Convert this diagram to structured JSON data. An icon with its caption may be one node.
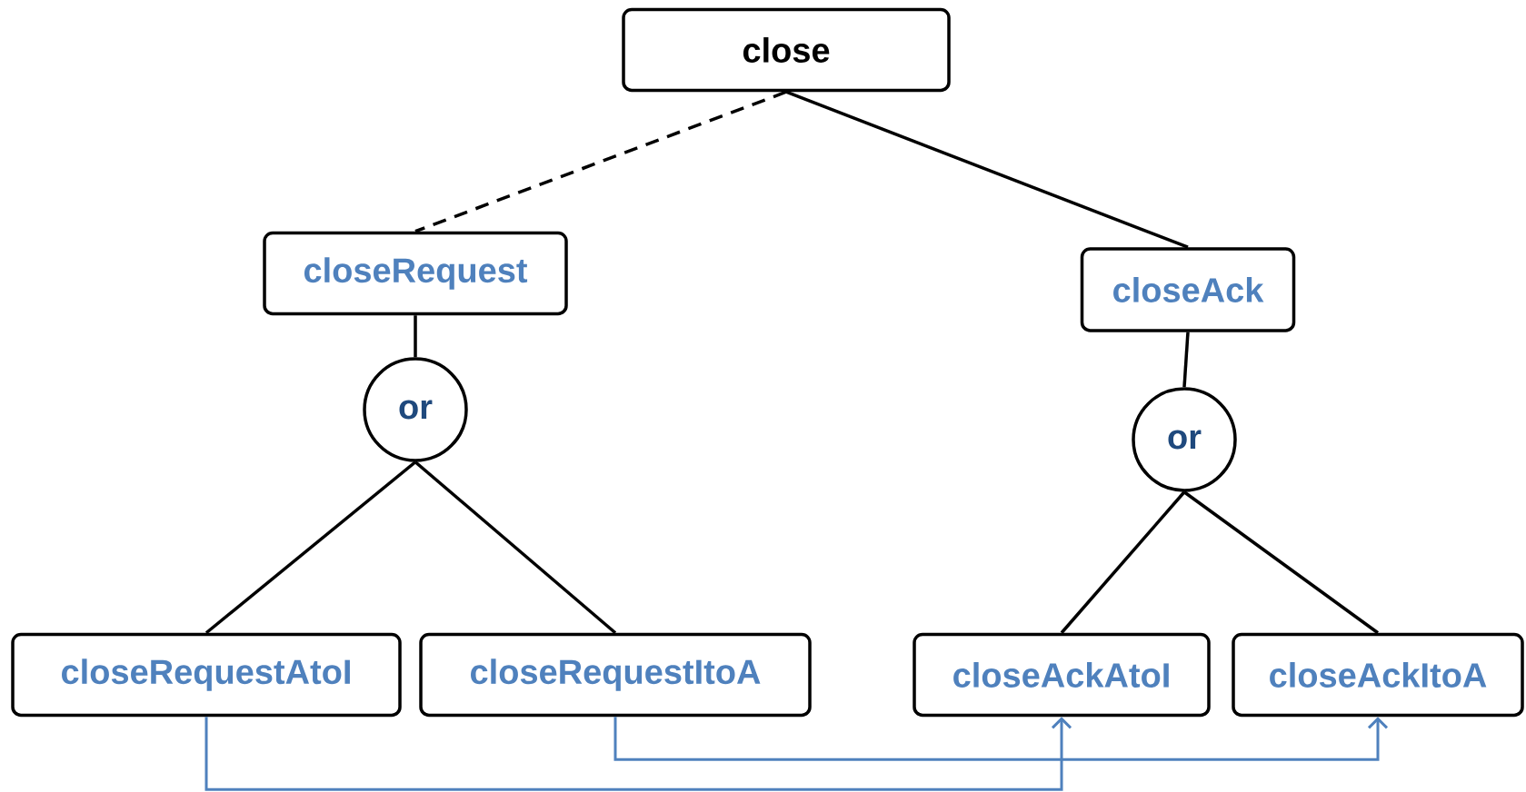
{
  "diagram": {
    "nodes": [
      {
        "text": [
          "close"
        ]
      },
      {
        "text": [
          "closeRequest"
        ]
      },
      {
        "text": [
          "closeAck"
        ]
      },
      {
        "text": [
          "or"
        ]
      },
      {
        "text": [
          "or"
        ]
      },
      {
        "text": [
          "closeRequestAtoI"
        ]
      },
      {
        "text": [
          "closeRequestItoA"
        ]
      },
      {
        "text": [
          "closeAckAtoI"
        ]
      },
      {
        "text": [
          "closeAckItoA"
        ]
      }
    ],
    "edges": [
      {
        "from": 0,
        "to": 1,
        "arrow": "none",
        "style": "dashed"
      },
      {
        "from": 0,
        "to": 2,
        "arrow": "none"
      },
      {
        "from": 1,
        "to": 3,
        "arrow": "none"
      },
      {
        "from": 2,
        "to": 4,
        "arrow": "none"
      },
      {
        "from": 3,
        "to": 5,
        "arrow": "none"
      },
      {
        "from": 3,
        "to": 6,
        "arrow": "none"
      },
      {
        "from": 4,
        "to": 7,
        "arrow": "none"
      },
      {
        "from": 4,
        "to": 8,
        "arrow": "none"
      },
      {
        "from": 5,
        "to": 7,
        "arrow": "to",
        "color": "#4f81bd"
      },
      {
        "from": 6,
        "to": 8,
        "arrow": "to",
        "color": "#4f81bd"
      }
    ]
  }
}
